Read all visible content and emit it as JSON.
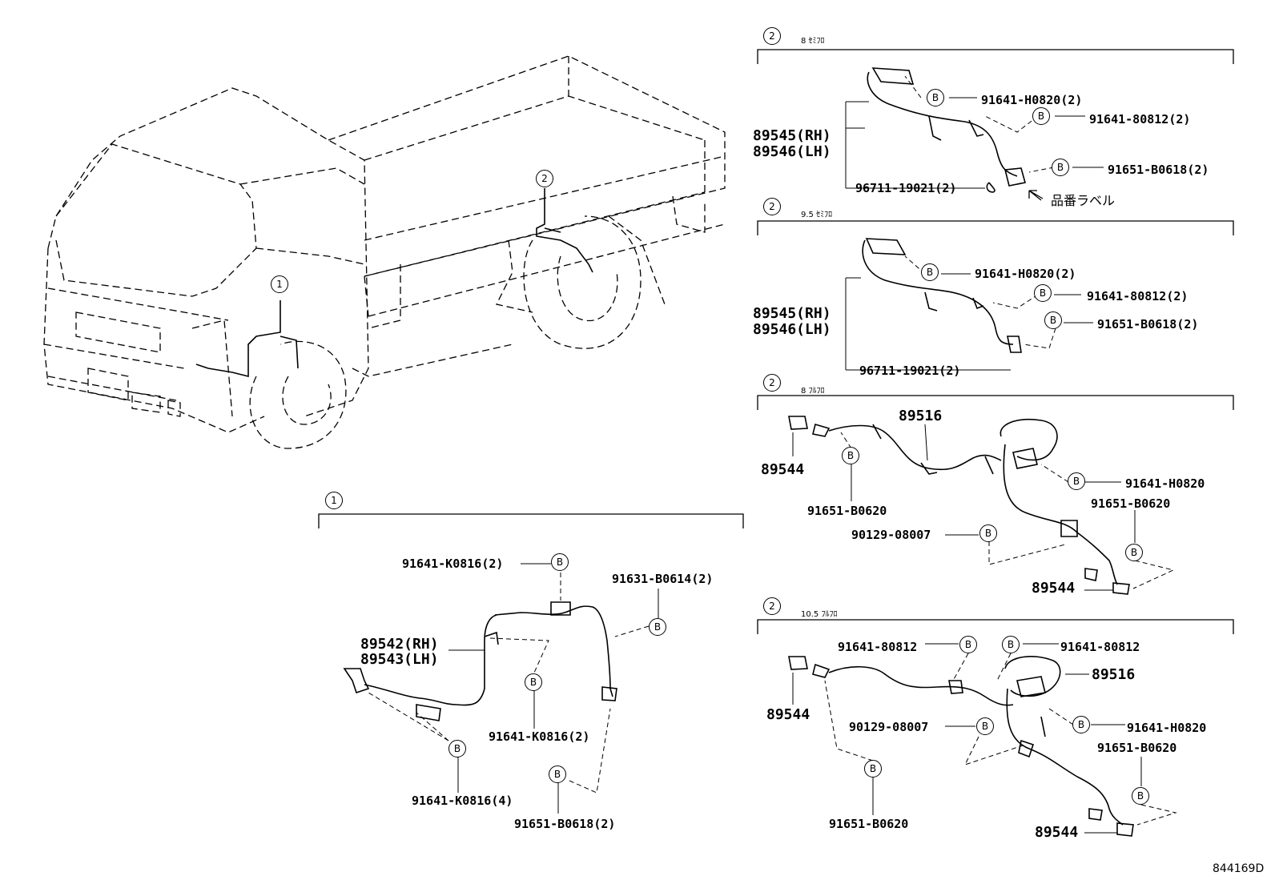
{
  "callouts": {
    "c1": "1",
    "c2": "2"
  },
  "bolt_letter": "B",
  "sections": {
    "s1": {
      "num": "1"
    },
    "s2a": {
      "num": "2",
      "sub": "8 ｾﾐﾌﾛ"
    },
    "s2b": {
      "num": "2",
      "sub": "9.5 ｾﾐﾌﾛ"
    },
    "s2c": {
      "num": "2",
      "sub": "8 ﾌﾙﾌﾛ"
    },
    "s2d": {
      "num": "2",
      "sub": "10.5 ﾌﾙﾌﾛ"
    }
  },
  "labels": {
    "a_h0820": "91641-H0820(2)",
    "a_80812": "91641-80812(2)",
    "a_b0618": "91651-B0618(2)",
    "a_rh": "89545(RH)",
    "a_lh": "89546(LH)",
    "a_19021": "96711-19021(2)",
    "a_note": "品番ラベル",
    "b_h0820": "91641-H0820(2)",
    "b_80812": "91641-80812(2)",
    "b_b0618": "91651-B0618(2)",
    "b_rh": "89545(RH)",
    "b_lh": "89546(LH)",
    "b_19021": "96711-19021(2)",
    "c_89516": "89516",
    "c_89544a": "89544",
    "c_b0620a": "91651-B0620",
    "c_h0820": "91641-H0820",
    "c_b0620b": "91651-B0620",
    "c_08007": "90129-08007",
    "c_89544b": "89544",
    "d_80812a": "91641-80812",
    "d_80812b": "91641-80812",
    "d_89516": "89516",
    "d_89544a": "89544",
    "d_08007": "90129-08007",
    "d_h0820": "91641-H0820",
    "d_b0620a": "91651-B0620",
    "d_b0620b": "91651-B0620",
    "d_89544b": "89544",
    "s1_k0816a": "91641-K0816(2)",
    "s1_b0614": "91631-B0614(2)",
    "s1_rh": "89542(RH)",
    "s1_lh": "89543(LH)",
    "s1_k0816b": "91641-K0816(2)",
    "s1_k0816c": "91641-K0816(4)",
    "s1_b0618": "91651-B0618(2)"
  },
  "figure_id": "844169D"
}
